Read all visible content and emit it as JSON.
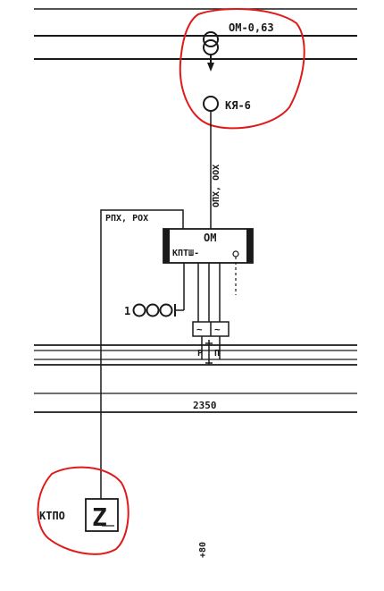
{
  "labels": {
    "transformer": "ОМ-0,63",
    "box": "КЯ-6",
    "cable_vertical": "ОПХ, ООХ",
    "cable_left": "РПХ, РОХ",
    "cabinet_top": "ОМ",
    "cabinet_left": "КПТШ-",
    "choke": "1",
    "rail_left": "Р",
    "rail_right": "П",
    "dimension": "2350",
    "panel": "КТПО",
    "panel_symbol": "Z",
    "offset": "+80"
  },
  "colors": {
    "ink": "#1a1a1a",
    "highlight": "#e01a1a",
    "paper": "#ffffff"
  }
}
